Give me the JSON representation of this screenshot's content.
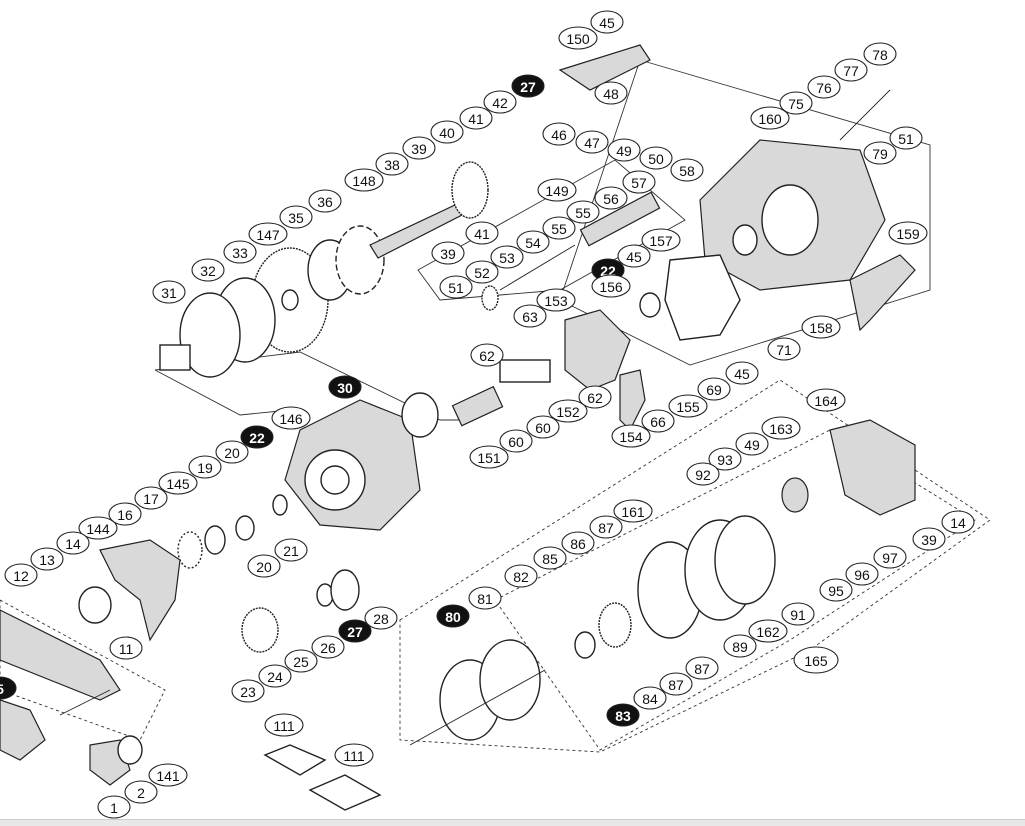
{
  "diagram": {
    "title": "Baitcasting reel exploded parts diagram",
    "labels": [
      {
        "text": "45"
      },
      {
        "text": "150"
      },
      {
        "text": "78"
      },
      {
        "text": "77"
      },
      {
        "text": "76"
      },
      {
        "text": "75"
      },
      {
        "text": "27",
        "highlight": true
      },
      {
        "text": "42"
      },
      {
        "text": "41"
      },
      {
        "text": "48"
      },
      {
        "text": "160"
      },
      {
        "text": "40"
      },
      {
        "text": "39"
      },
      {
        "text": "46"
      },
      {
        "text": "47"
      },
      {
        "text": "49"
      },
      {
        "text": "50"
      },
      {
        "text": "51"
      },
      {
        "text": "79"
      },
      {
        "text": "38"
      },
      {
        "text": "149"
      },
      {
        "text": "58"
      },
      {
        "text": "148"
      },
      {
        "text": "57"
      },
      {
        "text": "56"
      },
      {
        "text": "36"
      },
      {
        "text": "55"
      },
      {
        "text": "35"
      },
      {
        "text": "147"
      },
      {
        "text": "55"
      },
      {
        "text": "157"
      },
      {
        "text": "159"
      },
      {
        "text": "33"
      },
      {
        "text": "54"
      },
      {
        "text": "39"
      },
      {
        "text": "41"
      },
      {
        "text": "52"
      },
      {
        "text": "53"
      },
      {
        "text": "22",
        "highlight": true
      },
      {
        "text": "45"
      },
      {
        "text": "32"
      },
      {
        "text": "51"
      },
      {
        "text": "156"
      },
      {
        "text": "31"
      },
      {
        "text": "153"
      },
      {
        "text": "63"
      },
      {
        "text": "158"
      },
      {
        "text": "71"
      },
      {
        "text": "62"
      },
      {
        "text": "69"
      },
      {
        "text": "45"
      },
      {
        "text": "30",
        "highlight": true
      },
      {
        "text": "146"
      },
      {
        "text": "62"
      },
      {
        "text": "152"
      },
      {
        "text": "155"
      },
      {
        "text": "60"
      },
      {
        "text": "60"
      },
      {
        "text": "66"
      },
      {
        "text": "164"
      },
      {
        "text": "22",
        "highlight": true
      },
      {
        "text": "151"
      },
      {
        "text": "154"
      },
      {
        "text": "163"
      },
      {
        "text": "49"
      },
      {
        "text": "93"
      },
      {
        "text": "20"
      },
      {
        "text": "92"
      },
      {
        "text": "19"
      },
      {
        "text": "145"
      },
      {
        "text": "17"
      },
      {
        "text": "161"
      },
      {
        "text": "87"
      },
      {
        "text": "16"
      },
      {
        "text": "144"
      },
      {
        "text": "86"
      },
      {
        "text": "85"
      },
      {
        "text": "82"
      },
      {
        "text": "14"
      },
      {
        "text": "13"
      },
      {
        "text": "21"
      },
      {
        "text": "20"
      },
      {
        "text": "12"
      },
      {
        "text": "39"
      },
      {
        "text": "14"
      },
      {
        "text": "97"
      },
      {
        "text": "96"
      },
      {
        "text": "95"
      },
      {
        "text": "91"
      },
      {
        "text": "81"
      },
      {
        "text": "80",
        "highlight": true
      },
      {
        "text": "28"
      },
      {
        "text": "27",
        "highlight": true
      },
      {
        "text": "11"
      },
      {
        "text": "162"
      },
      {
        "text": "89"
      },
      {
        "text": "165",
        "large": true
      },
      {
        "text": "87"
      },
      {
        "text": "26"
      },
      {
        "text": "25"
      },
      {
        "text": "24"
      },
      {
        "text": "23"
      },
      {
        "text": "84"
      },
      {
        "text": "87"
      },
      {
        "text": "83",
        "highlight": true
      },
      {
        "text": "111"
      },
      {
        "text": "111"
      },
      {
        "text": "141"
      },
      {
        "text": "2"
      },
      {
        "text": "1"
      },
      {
        "text": "5",
        "highlight": true
      }
    ]
  }
}
